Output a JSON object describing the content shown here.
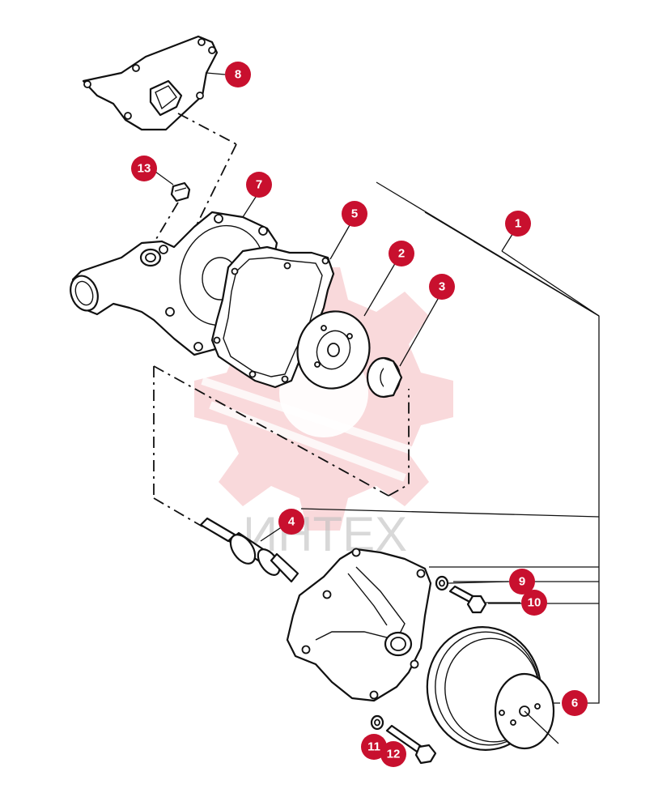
{
  "watermark": {
    "text": "ИНТЕХ",
    "color": "#f4b9bd"
  },
  "callout_color": "#c8102e",
  "callouts": [
    {
      "id": "1",
      "label": "1"
    },
    {
      "id": "2",
      "label": "2"
    },
    {
      "id": "3",
      "label": "3"
    },
    {
      "id": "4",
      "label": "4"
    },
    {
      "id": "5",
      "label": "5"
    },
    {
      "id": "6",
      "label": "6"
    },
    {
      "id": "7",
      "label": "7"
    },
    {
      "id": "8",
      "label": "8"
    },
    {
      "id": "9",
      "label": "9"
    },
    {
      "id": "10",
      "label": "10"
    },
    {
      "id": "11",
      "label": "11"
    },
    {
      "id": "12",
      "label": "12"
    },
    {
      "id": "13",
      "label": "13"
    }
  ]
}
